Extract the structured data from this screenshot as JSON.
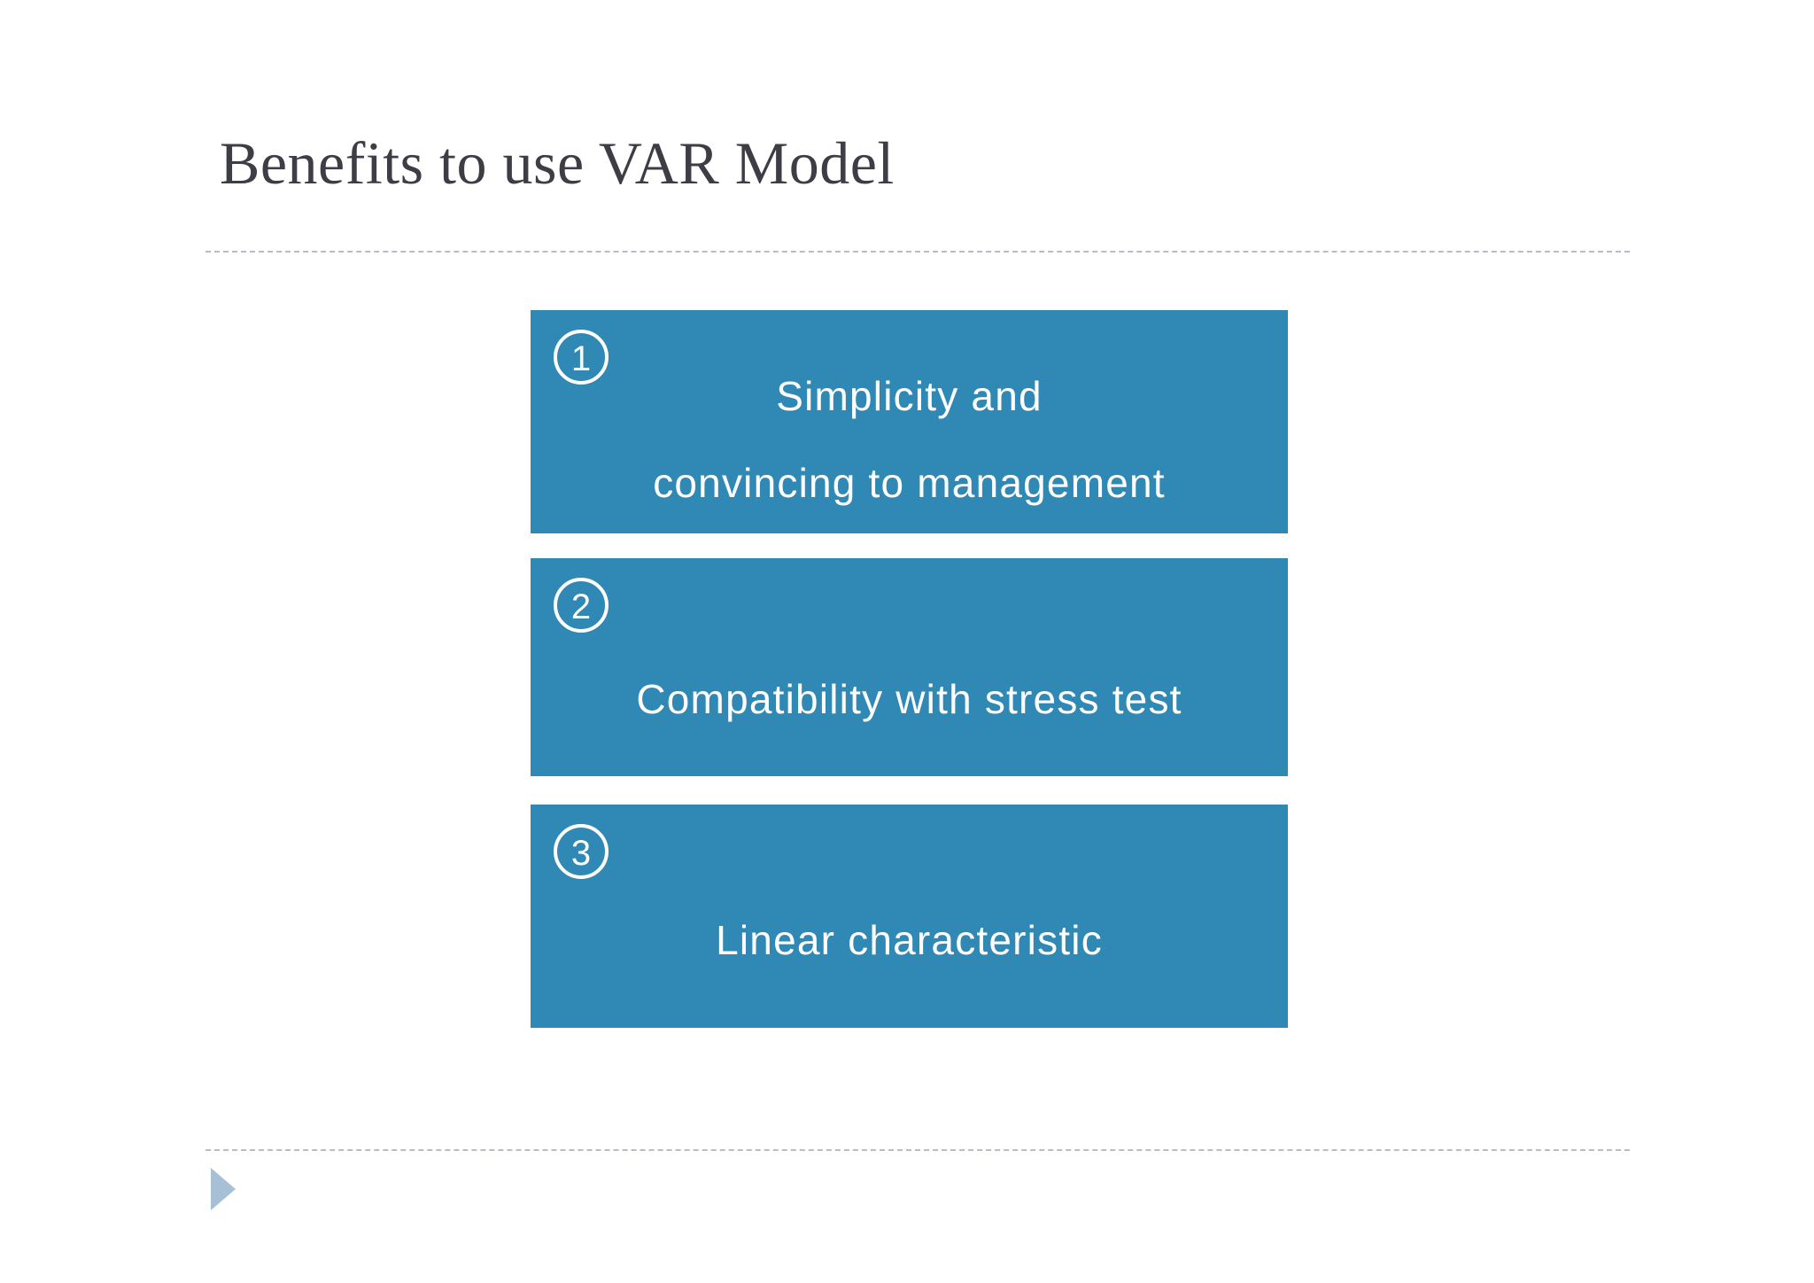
{
  "slide": {
    "title": "Benefits to use VAR Model",
    "background_color": "#ffffff",
    "title_color": "#3d3d46",
    "accent_color": "#3089b4",
    "rule_color": "#b9bcc4",
    "marker_color": "#a8c0d6"
  },
  "boxes": [
    {
      "number": "①",
      "number_plain": "1",
      "text": "Simplicity and\nconvincing to management"
    },
    {
      "number": "②",
      "number_plain": "2",
      "text": "Compatibility with stress test"
    },
    {
      "number": "③",
      "number_plain": "3",
      "text": "Linear characteristic"
    }
  ],
  "footer": {
    "marker_icon": "play-triangle-icon"
  }
}
